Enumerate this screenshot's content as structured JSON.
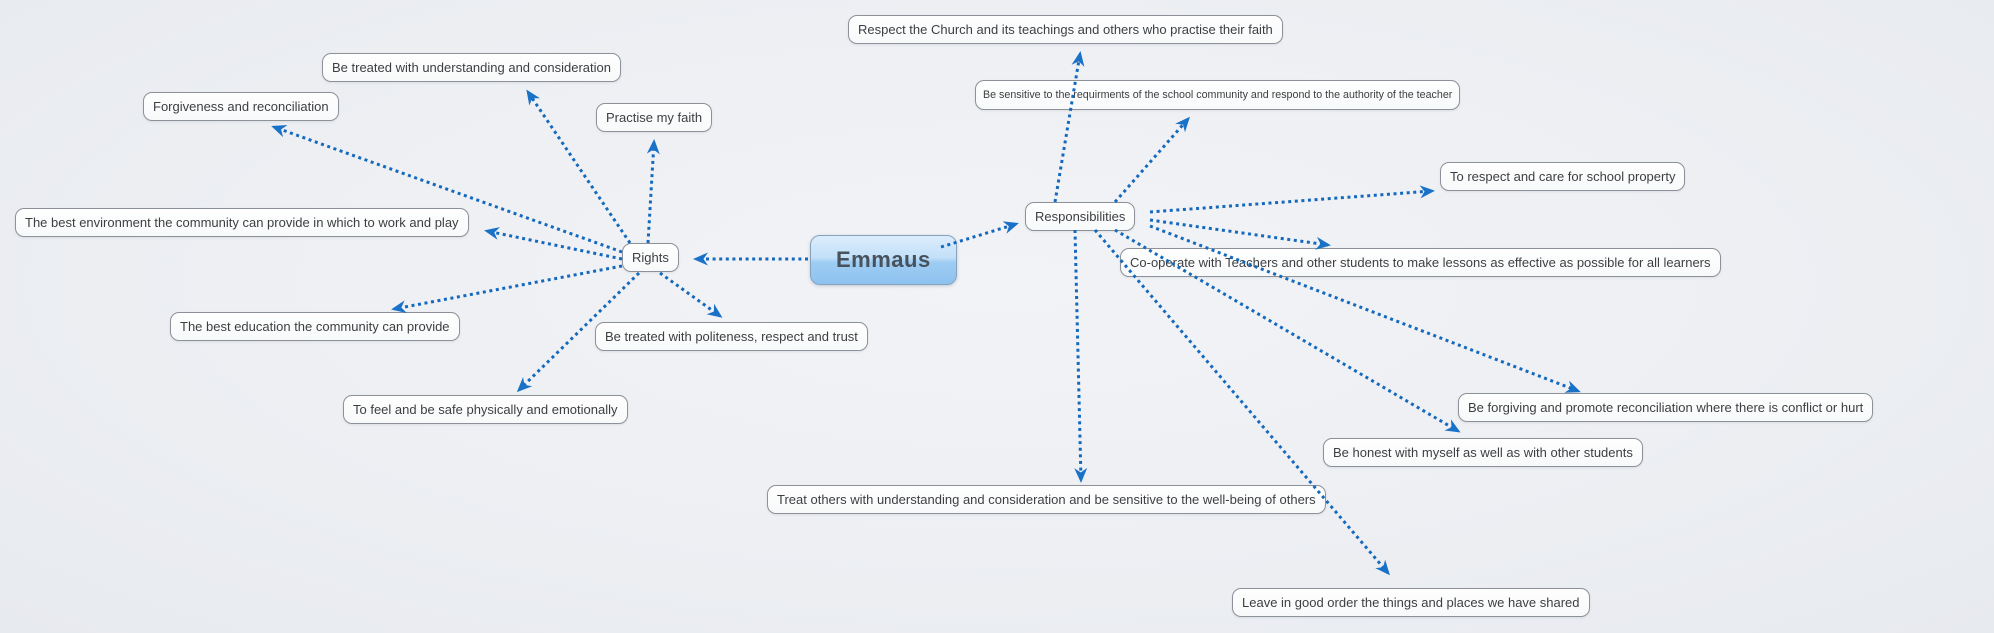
{
  "nodes": {
    "emmaus": {
      "label": "Emmaus"
    },
    "rights": {
      "label": "Rights"
    },
    "responsibilities": {
      "label": "Responsibilities"
    },
    "r1": {
      "label": "Be treated with understanding and consideration"
    },
    "r2": {
      "label": "Forgiveness and reconciliation"
    },
    "r3": {
      "label": "Practise my faith"
    },
    "r4": {
      "label": "The best environment the community can provide in which to work and play"
    },
    "r5": {
      "label": "The best education the community can provide"
    },
    "r6": {
      "label": "Be treated with politeness, respect and trust"
    },
    "r7": {
      "label": "To feel and be safe physically and emotionally"
    },
    "p1": {
      "label": "Respect the Church and its teachings and others who practise their faith"
    },
    "p2": {
      "label": "Be sensitive to the requirments of the school community and respond to the authority of the teacher"
    },
    "p3": {
      "label": "To respect and care for school property"
    },
    "p4": {
      "label": "Co-operate with Teachers and other students to make lessons as effective as possible for all learners"
    },
    "p5": {
      "label": "Be forgiving and promote reconciliation where there is conflict or hurt"
    },
    "p6": {
      "label": "Be honest with myself as well as with other students"
    },
    "p7": {
      "label": "Treat others with understanding and consideration and be sensitive to the well-being of others"
    },
    "p8": {
      "label": "Leave in good order the things and places we have shared"
    }
  },
  "edges": [
    {
      "from": "emmaus",
      "to": "rights"
    },
    {
      "from": "emmaus",
      "to": "responsibilities"
    },
    {
      "from": "rights",
      "to": "r1"
    },
    {
      "from": "rights",
      "to": "r2"
    },
    {
      "from": "rights",
      "to": "r3"
    },
    {
      "from": "rights",
      "to": "r4"
    },
    {
      "from": "rights",
      "to": "r5"
    },
    {
      "from": "rights",
      "to": "r6"
    },
    {
      "from": "rights",
      "to": "r7"
    },
    {
      "from": "responsibilities",
      "to": "p1"
    },
    {
      "from": "responsibilities",
      "to": "p2"
    },
    {
      "from": "responsibilities",
      "to": "p3"
    },
    {
      "from": "responsibilities",
      "to": "p4"
    },
    {
      "from": "responsibilities",
      "to": "p5"
    },
    {
      "from": "responsibilities",
      "to": "p6"
    },
    {
      "from": "responsibilities",
      "to": "p7"
    },
    {
      "from": "responsibilities",
      "to": "p8"
    }
  ],
  "colors": {
    "edge": "#1569bd",
    "node_background": "#fdfdfd",
    "node_border": "#8d9298",
    "node_text": "#3c3f42",
    "center_gradient_top": "#dcedfc",
    "center_gradient_bottom": "#8ec2f0",
    "center_text": "#47525c",
    "background": "#eef0f4"
  }
}
